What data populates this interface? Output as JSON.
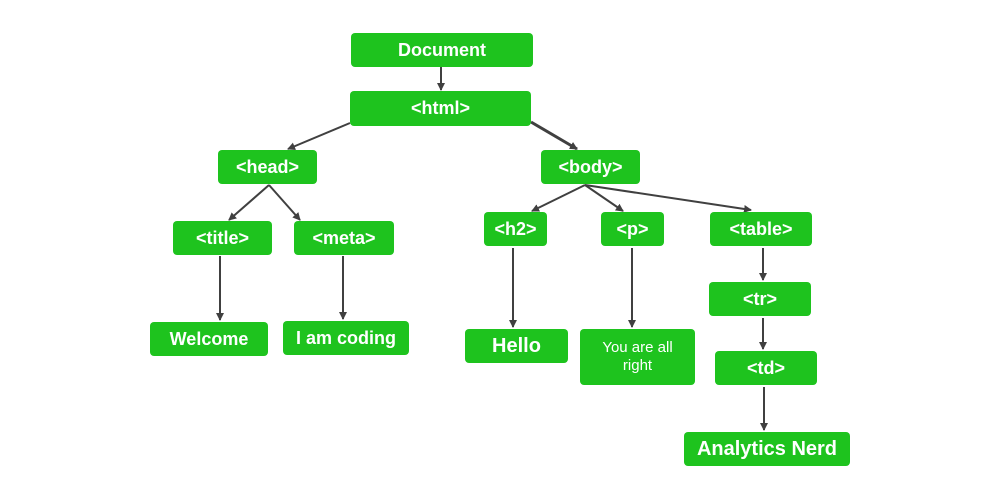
{
  "colors": {
    "node": "#1ec31e",
    "arrow": "#404040",
    "text": "#ffffff"
  },
  "nodes": {
    "document": "Document",
    "html": "<html>",
    "head": "<head>",
    "body": "<body>",
    "title": "<title>",
    "meta": "<meta>",
    "h2": "<h2>",
    "p": "<p>",
    "table": "<table>",
    "tr": "<tr>",
    "td": "<td>",
    "welcome": "Welcome",
    "coding": "I am coding",
    "hello": "Hello",
    "allright": "You are all right",
    "analytics": "Analytics Nerd"
  }
}
